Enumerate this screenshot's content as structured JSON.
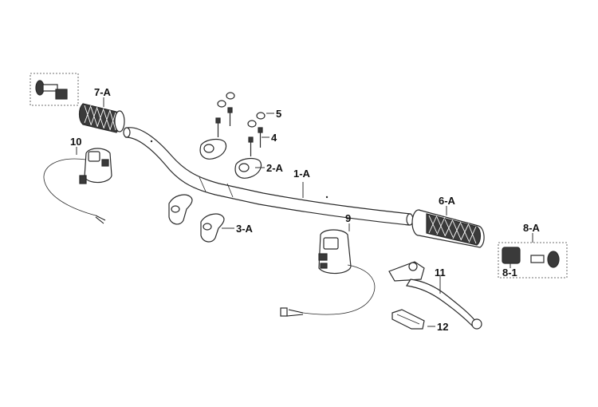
{
  "colors": {
    "ink": "#2a2a2a",
    "rubber": "#3a3a3a",
    "background": "#ffffff"
  },
  "parts": {
    "handlebar": "1-A",
    "clamp_upper": "2-A",
    "clamp_lower": "3-A",
    "bolt": "4",
    "cap": "5",
    "grip_right": "6-A",
    "grip_left": "7-A",
    "bar_end_assembly": "8-A",
    "bar_end_weight": "8-1",
    "switch_right": "9",
    "switch_left": "10",
    "lever": "11",
    "lever_cover": "12"
  }
}
